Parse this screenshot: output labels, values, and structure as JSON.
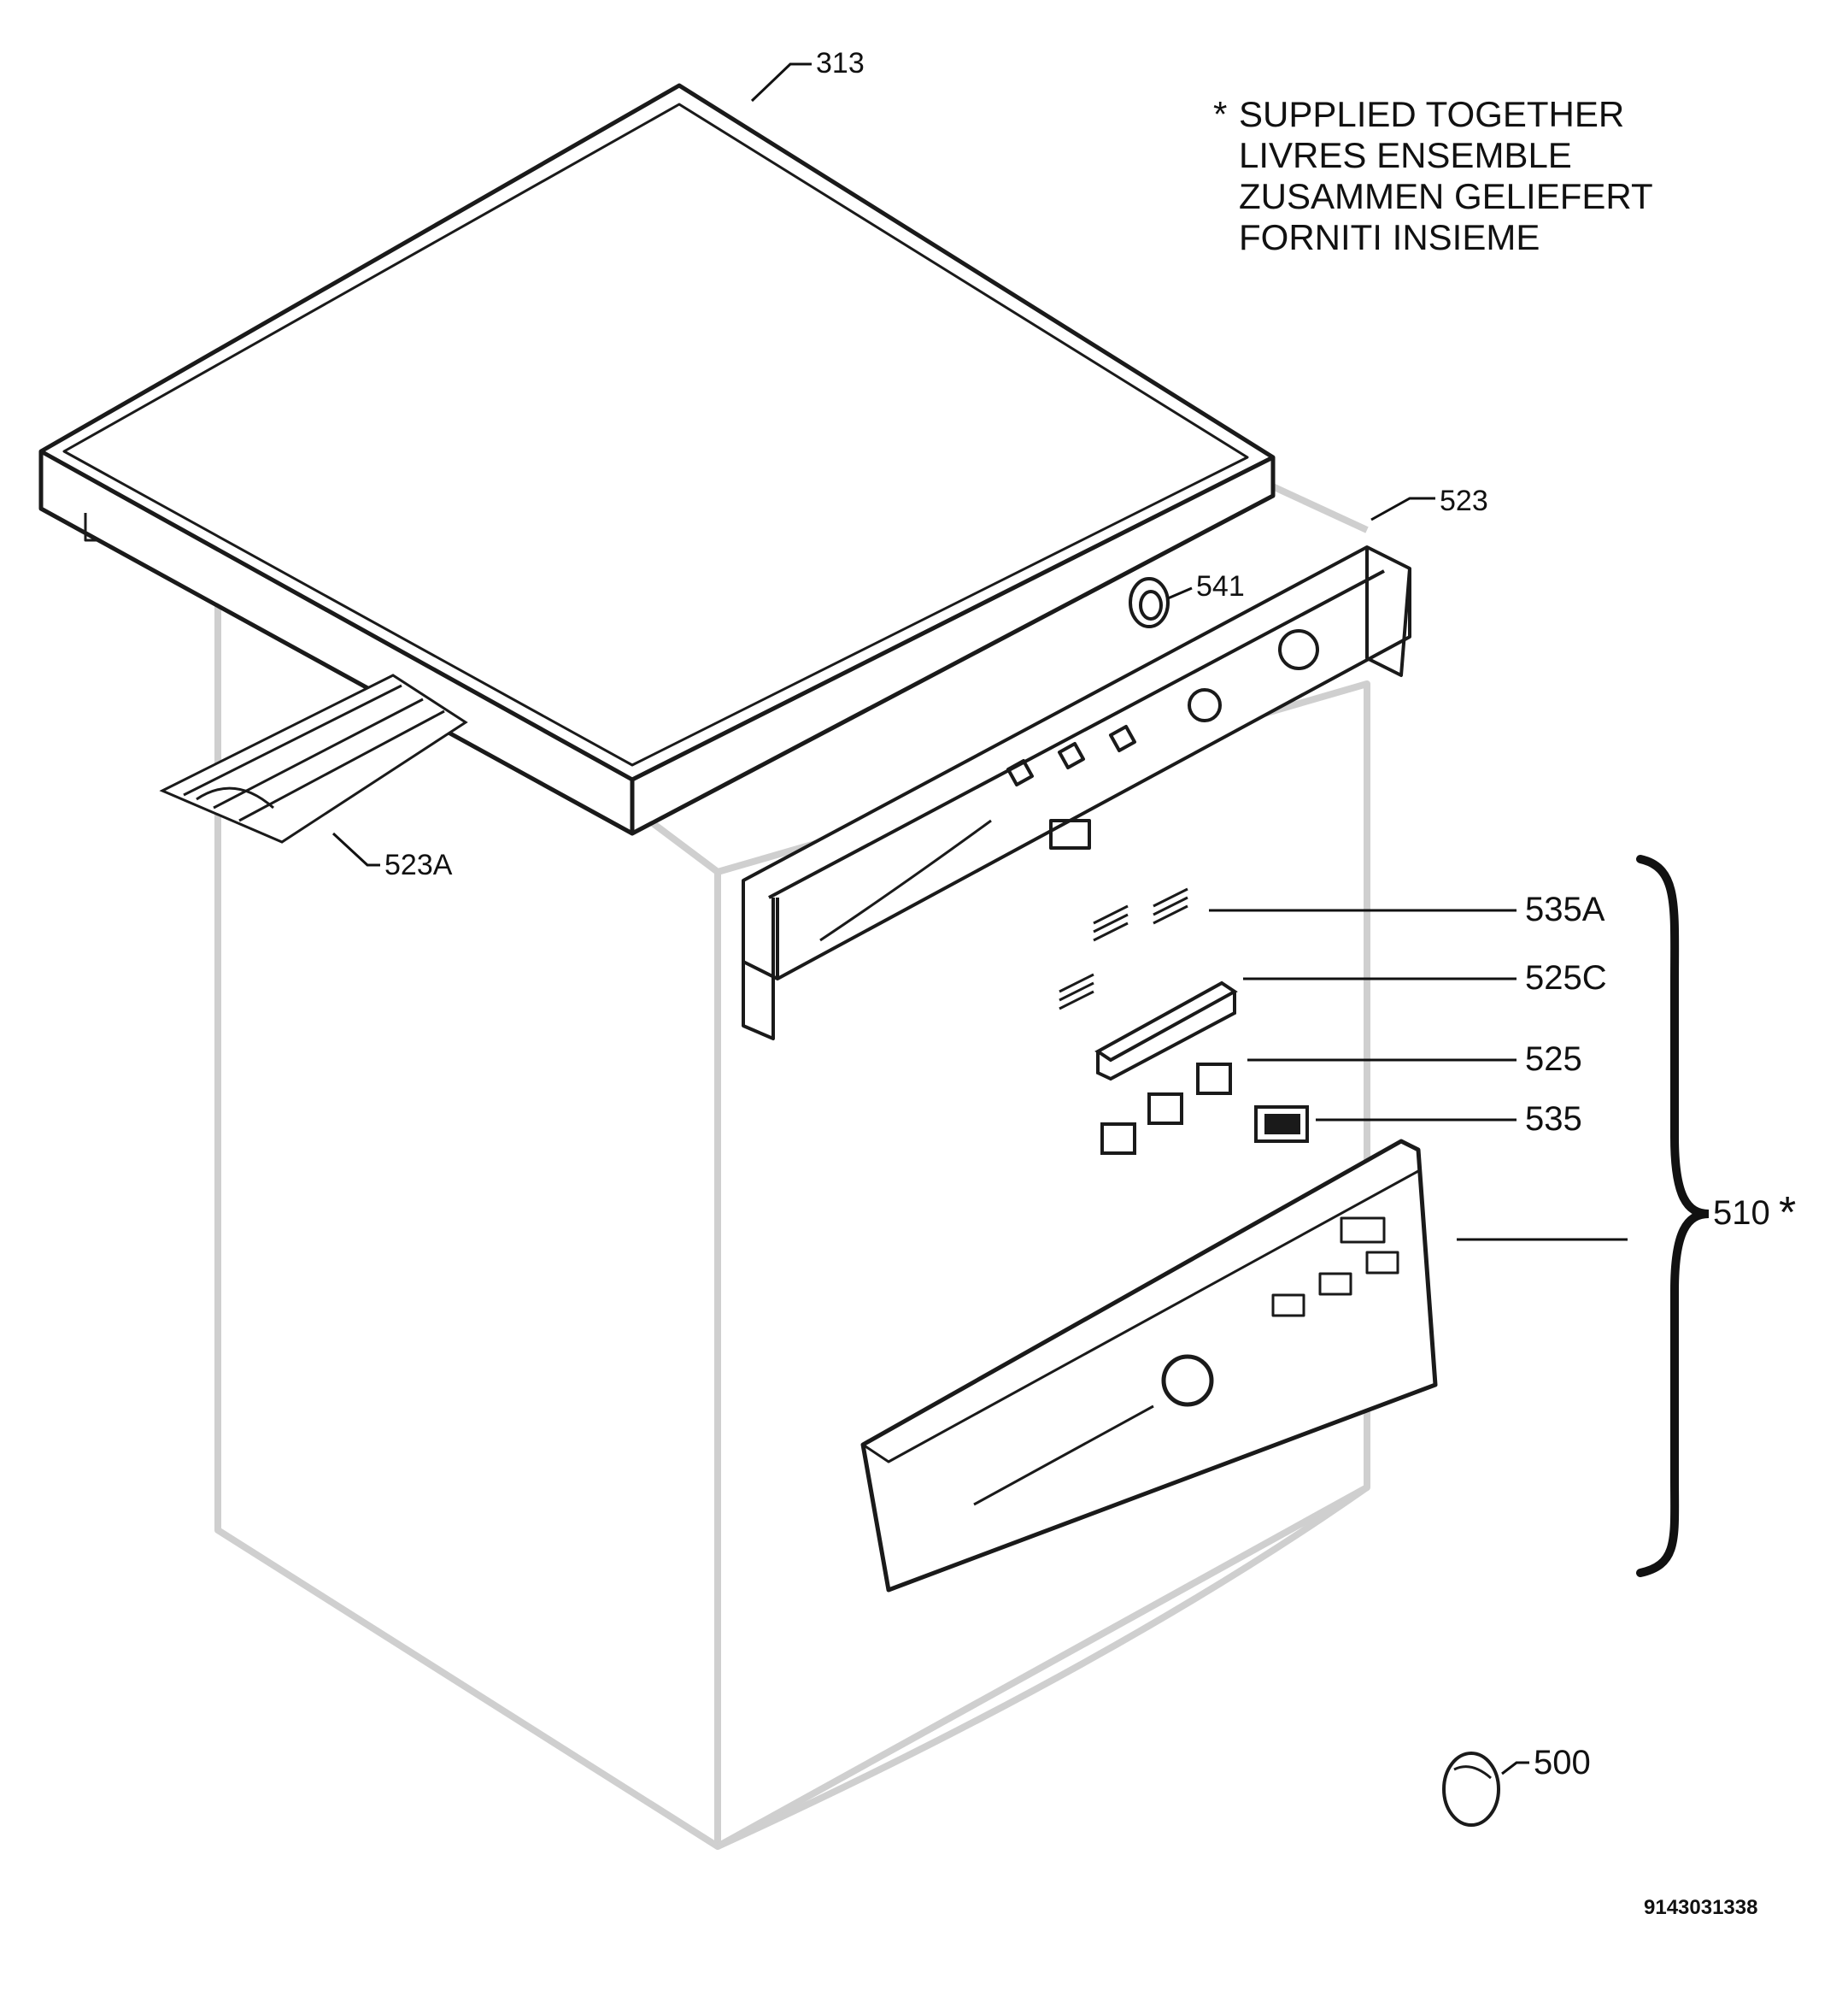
{
  "note": {
    "marker": "*",
    "lines": [
      "SUPPLIED TOGETHER",
      "LIVRES ENSEMBLE",
      "ZUSAMMEN GELIEFERT",
      "FORNITI INSIEME"
    ]
  },
  "labels": {
    "p313": "313",
    "p523": "523",
    "p541": "541",
    "p523a": "523A",
    "p535a": "535A",
    "p525c": "525C",
    "p525": "525",
    "p535": "535",
    "p510": "510",
    "p510_marker": "*",
    "p500": "500"
  },
  "document_id": "9143031338",
  "colors": {
    "outline": "#1a1a1a",
    "cabinet": "#cfcfcf"
  }
}
